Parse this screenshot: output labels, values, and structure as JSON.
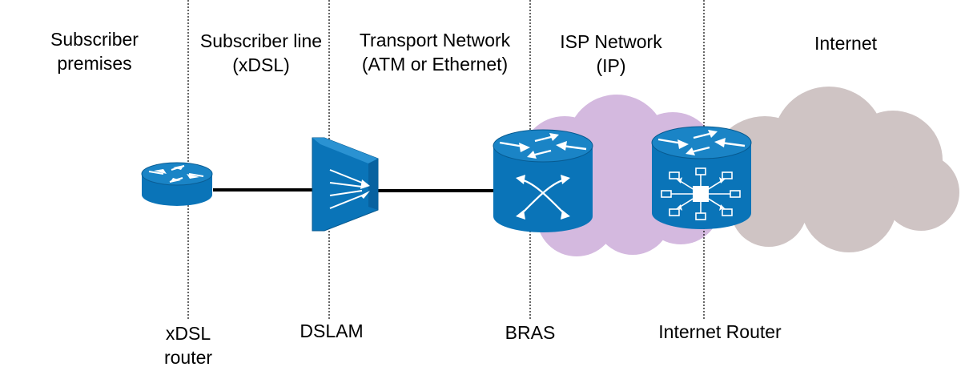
{
  "zones": [
    {
      "id": "premises",
      "lines": [
        "Subscriber",
        "premises"
      ]
    },
    {
      "id": "line",
      "lines": [
        "Subscriber line",
        "(xDSL)"
      ]
    },
    {
      "id": "transport",
      "lines": [
        "Transport Network",
        "(ATM or Ethernet)"
      ]
    },
    {
      "id": "isp",
      "lines": [
        "ISP Network",
        "(IP)"
      ]
    },
    {
      "id": "internet",
      "lines": [
        "Internet"
      ]
    }
  ],
  "devices": [
    {
      "id": "xdsl-router",
      "lines": [
        "xDSL",
        "router"
      ]
    },
    {
      "id": "dslam",
      "lines": [
        "DSLAM"
      ]
    },
    {
      "id": "bras",
      "lines": [
        "BRAS"
      ]
    },
    {
      "id": "internet-router",
      "lines": [
        "Internet Router"
      ]
    }
  ],
  "colors": {
    "device": "#0a74b8",
    "device_top": "#1a84c6",
    "isp_cloud": "#d4b9df",
    "internet_cloud": "#cfc4c4",
    "divider": "#000000"
  }
}
